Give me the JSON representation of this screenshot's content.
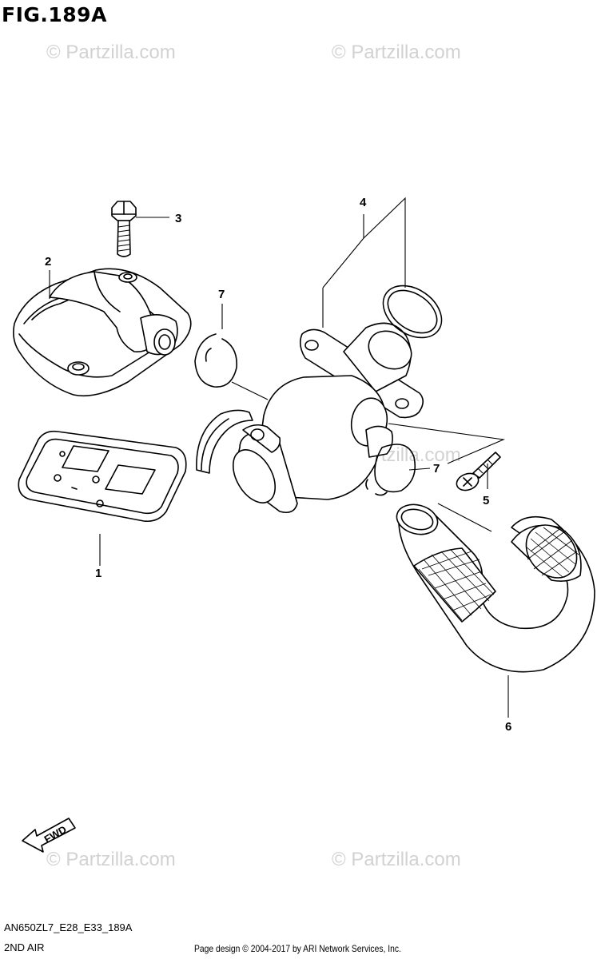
{
  "figure": {
    "title": "FIG.189A",
    "code": "AN650ZL7_E28_E33_189A",
    "section": "2ND AIR",
    "footer": "Page design © 2004-2017 by ARI Network Services, Inc."
  },
  "watermark": "© Partzilla.com",
  "fwd_label": "FWD",
  "callouts": [
    "1",
    "2",
    "3",
    "4",
    "5",
    "6",
    "7",
    "7"
  ]
}
